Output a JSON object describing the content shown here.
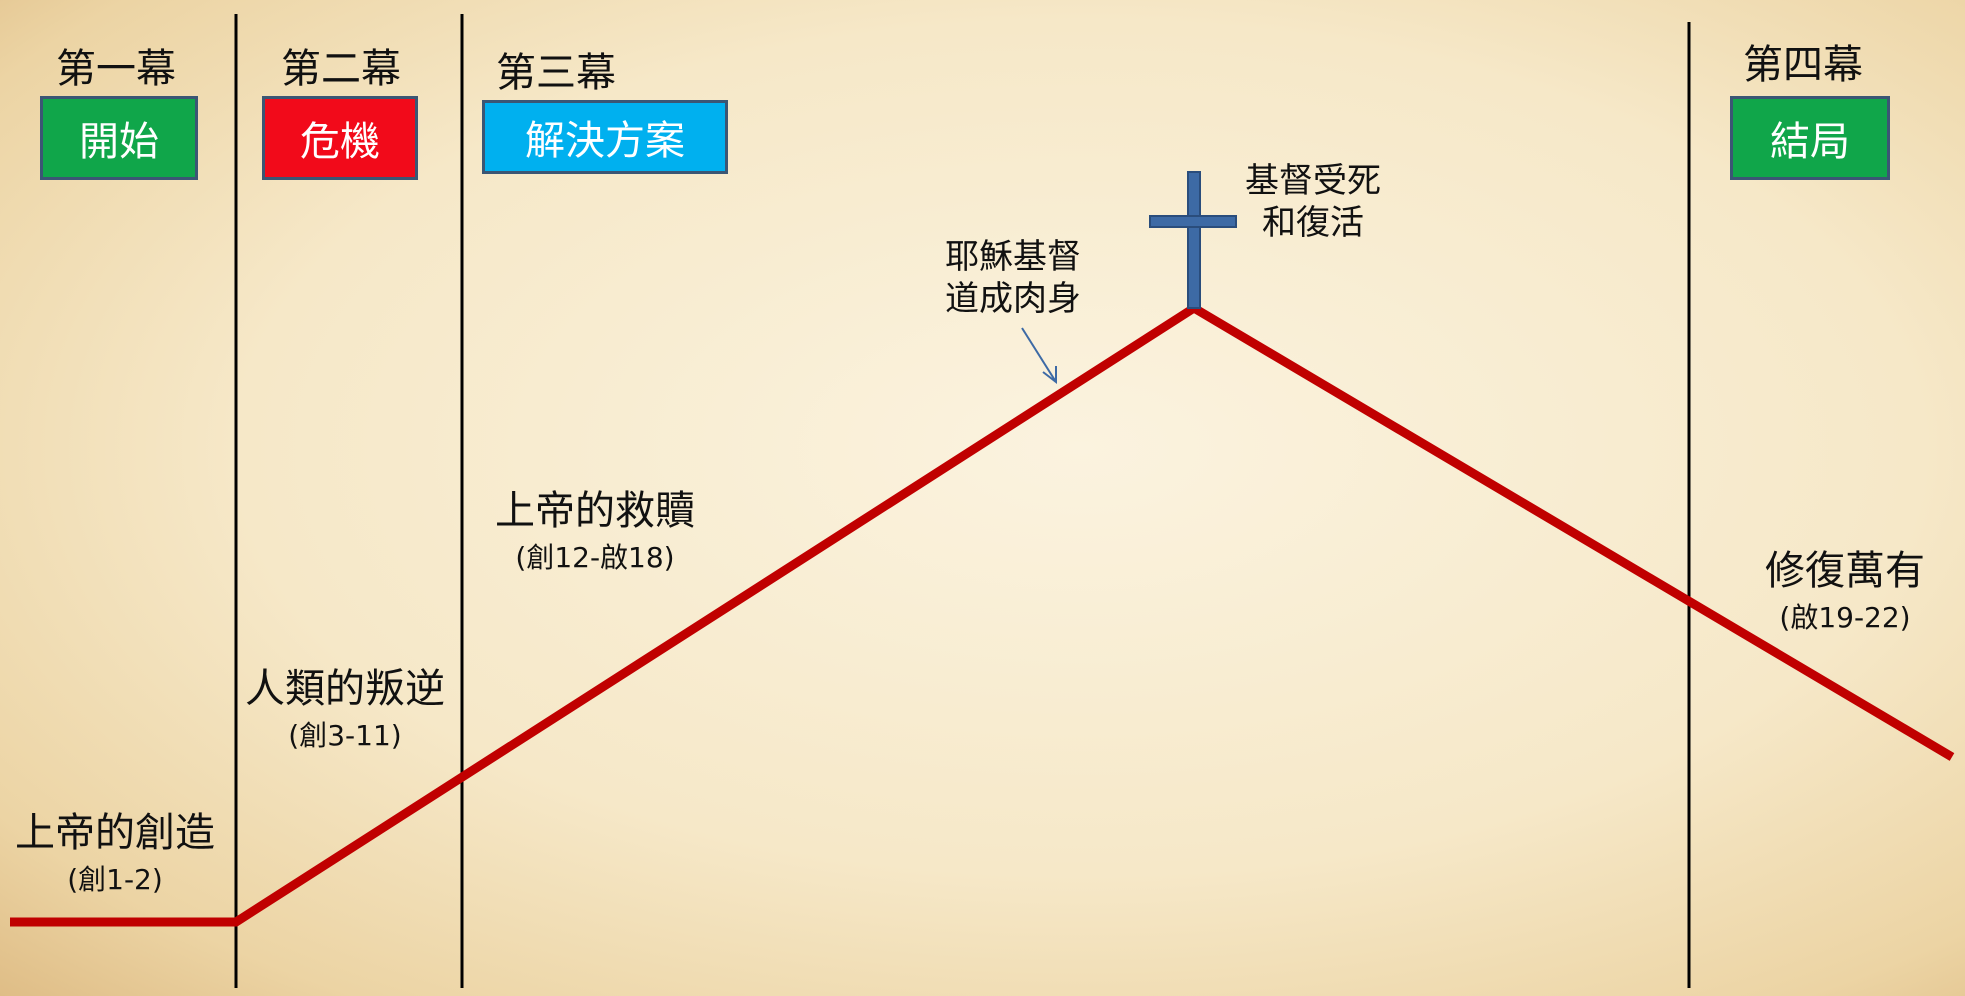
{
  "colors": {
    "green": "#10a64a",
    "red": "#f20a1a",
    "blue": "#00b0ef",
    "story_line": "#c00000",
    "cross": "#3d6aa5",
    "divider": "#000000"
  },
  "acts": [
    {
      "label": "第一幕",
      "box": "開始",
      "color": "green"
    },
    {
      "label": "第二幕",
      "box": "危機",
      "color": "red"
    },
    {
      "label": "第三幕",
      "box": "解決方案",
      "color": "blue"
    },
    {
      "label": "第四幕",
      "box": "結局",
      "color": "green"
    }
  ],
  "stages": [
    {
      "title": "上帝的創造",
      "ref": "(創1-2)"
    },
    {
      "title": "人類的叛逆",
      "ref": "(創3-11)"
    },
    {
      "title": "上帝的救贖",
      "ref": "(創12-啟18)"
    },
    {
      "title": "修復萬有",
      "ref": "(啟19-22)"
    }
  ],
  "events": {
    "incarnation": [
      "耶穌基督",
      "道成肉身"
    ],
    "cross": [
      "基督受死",
      "和復活"
    ]
  },
  "icons": {
    "cross": "cross-icon",
    "pointer": "arrow-icon"
  }
}
